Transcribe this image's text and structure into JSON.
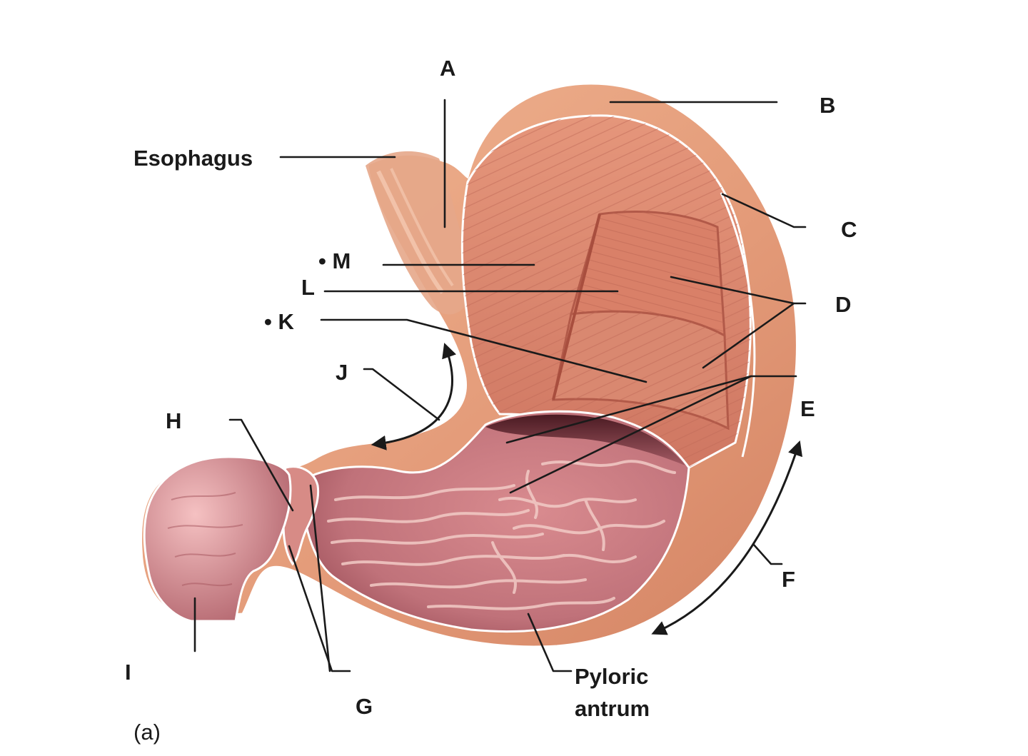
{
  "figure": {
    "panel": "(a)"
  },
  "labels": {
    "A": "A",
    "B": "B",
    "C": "C",
    "D": "D",
    "E": "E",
    "F": "F",
    "G": "G",
    "H": "H",
    "I": "I",
    "J": "J",
    "K": "• K",
    "L": "L",
    "M": "• M",
    "esophagus": "Esophagus",
    "pyloric_line1": "Pyloric",
    "pyloric_line2": "antrum"
  },
  "colors": {
    "serosa": "#e9a17f",
    "muscle": "#d9826a",
    "muscle_dark": "#b85f4f",
    "mucosa": "#c97a7e",
    "mucosa_dark": "#7d2f3a",
    "rugae": "#f1c9c4",
    "outline": "#ffffff",
    "ink": "#1a1a1a"
  }
}
